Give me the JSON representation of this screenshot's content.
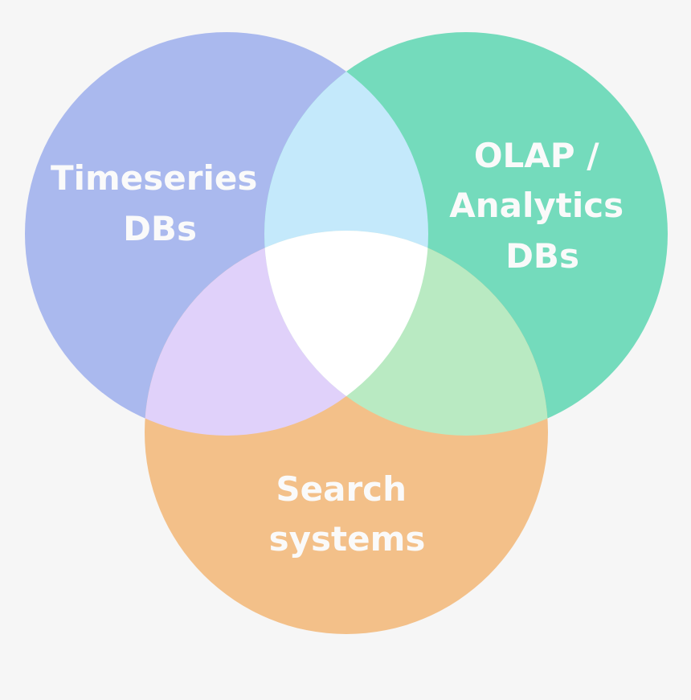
{
  "background_color": "#f6f6f6",
  "venn": {
    "sets": [
      {
        "id": "timeseries",
        "label_lines": [
          "Timeseries",
          "DBs"
        ],
        "color": "#aab9ee"
      },
      {
        "id": "olap",
        "label_lines": [
          "OLAP /",
          "Analytics",
          "DBs"
        ],
        "color": "#74dbbc"
      },
      {
        "id": "search",
        "label_lines": [
          "Search",
          "systems"
        ],
        "color": "#f3c089"
      }
    ],
    "intersections": {
      "timeseries_olap": "#c4e9fb",
      "timeseries_search": "#e0d1fa",
      "olap_search": "#b9eac2",
      "all_three": "#ffffff"
    }
  }
}
